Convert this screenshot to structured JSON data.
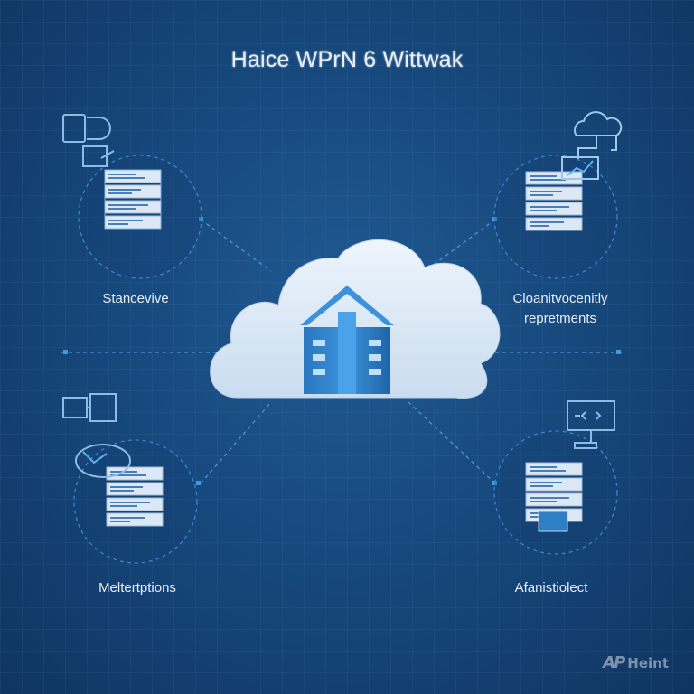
{
  "title": "Haice WPrN 6 Wittwak",
  "nodes": {
    "top_left": {
      "label": "Stancevive"
    },
    "top_right": {
      "label": "Cloanitvocenitly repretments"
    },
    "bottom_left": {
      "label": "Meltertptions"
    },
    "bottom_right": {
      "label": "Afanistiolect"
    }
  },
  "logo": {
    "mark": "AP",
    "text": "Heint"
  },
  "colors": {
    "background": "#17497d",
    "accent": "#3d9be0",
    "cloud": "#dbe9f6",
    "building": "#2f7fc4"
  }
}
